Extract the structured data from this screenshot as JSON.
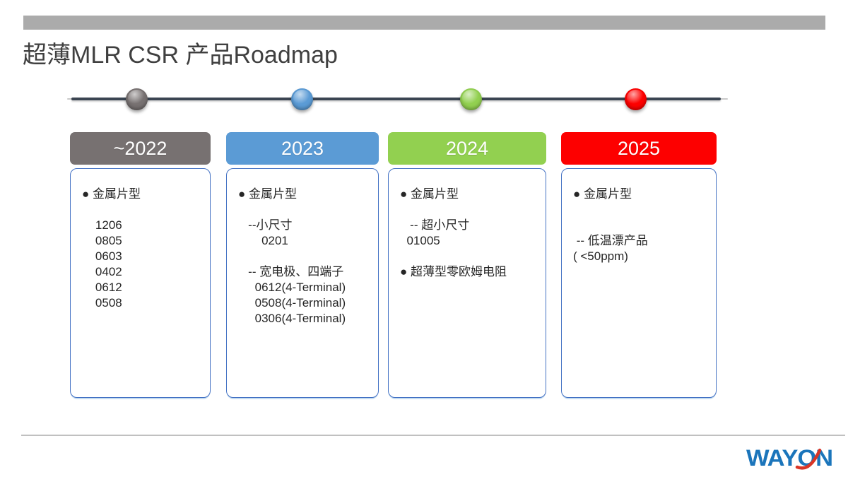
{
  "slide": {
    "title": "超薄MLR CSR 产品Roadmap",
    "top_bar_color": "#ababab",
    "divider_color": "#c0c0c0",
    "background": "#ffffff"
  },
  "timeline": {
    "line_color": "#3b4552",
    "milestone_colors": [
      "#777171",
      "#5b9bd5",
      "#92d050",
      "#fd0000"
    ]
  },
  "columns": [
    {
      "year": "~2022",
      "color": "#777171",
      "content_lines": [
        "● 金属片型",
        "",
        "    1206",
        "    0805",
        "    0603",
        "    0402",
        "    0612",
        "    0508"
      ]
    },
    {
      "year": "2023",
      "color": "#5b9bd5",
      "content_lines": [
        "● 金属片型",
        "",
        "   --小尺寸",
        "       0201",
        "",
        "   -- 宽电极、四端子",
        "     0612(4-Terminal)",
        "     0508(4-Terminal)",
        "     0306(4-Terminal)"
      ]
    },
    {
      "year": "2024",
      "color": "#92d050",
      "content_lines": [
        "● 金属片型",
        "",
        "   -- 超小尺寸",
        "  01005",
        "",
        "● 超薄型零欧姆电阻"
      ]
    },
    {
      "year": "2025",
      "color": "#fd0000",
      "content_lines": [
        "● 金属片型",
        "",
        "",
        " -- 低温漂产品",
        "( <50ppm)"
      ]
    }
  ],
  "footer": {
    "logo_text": "WAYON",
    "logo_color": "#1b75bb",
    "logo_swoosh_color": "#d93526"
  }
}
